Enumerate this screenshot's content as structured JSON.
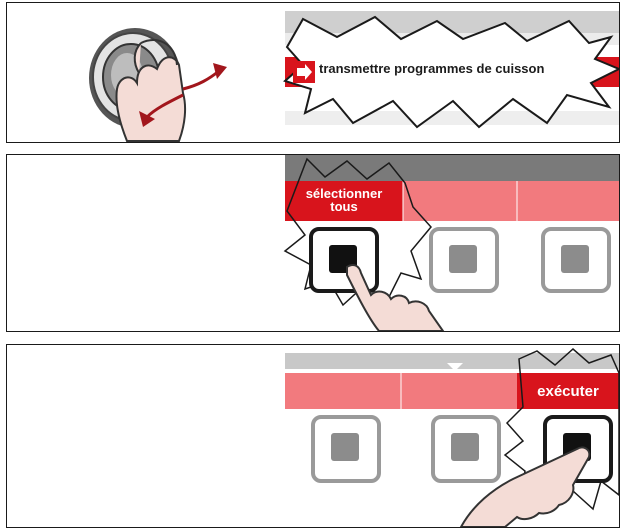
{
  "steps": [
    {
      "menu_item": {
        "label": "transmettre programmes de cuisson"
      },
      "icons": [
        "rotary-knob-icon",
        "hand-icon",
        "arrow-right-icon",
        "rotate-arrows-icon"
      ]
    },
    {
      "softkey": {
        "label_line1": "sélectionner",
        "label_line2": "tous"
      },
      "icons": [
        "hand-pointer-icon",
        "button-square-icon"
      ]
    },
    {
      "softkey": {
        "label": "exécuter"
      },
      "icons": [
        "hand-pointer-icon",
        "button-square-icon",
        "triangle-down-icon"
      ]
    }
  ],
  "colors": {
    "accent_red": "#d8141c",
    "light_red": "#f27a7e",
    "gray_bar": "#c8c8c8",
    "dark_gray_bar": "#7a7a7a",
    "button_gray": "#8c8c8c"
  }
}
